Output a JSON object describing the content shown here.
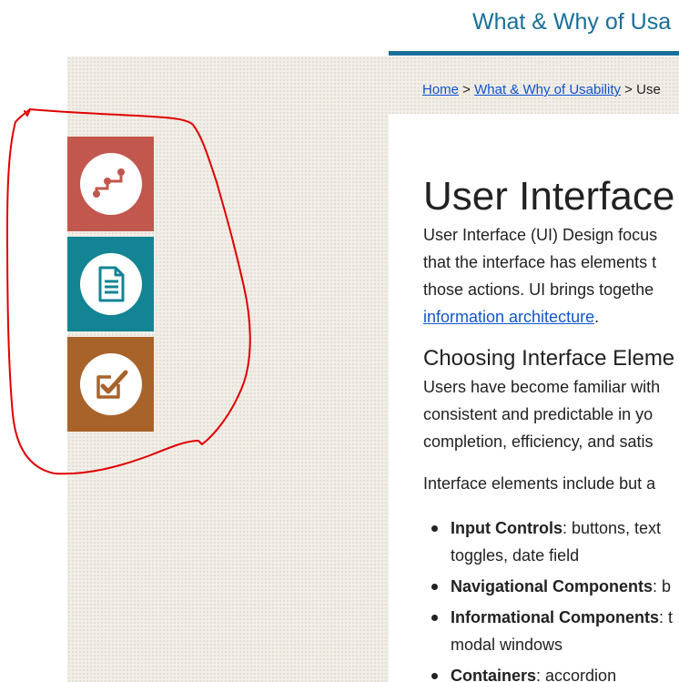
{
  "header": {
    "section_title": "What & Why of Usa"
  },
  "breadcrumb": {
    "home": "Home",
    "sep1": " > ",
    "parent": "What & Why of Usability",
    "sep2": " > ",
    "current": "Use"
  },
  "side_tiles": [
    {
      "icon": "flowchart-icon",
      "color": "#c2574d"
    },
    {
      "icon": "document-icon",
      "color": "#138494"
    },
    {
      "icon": "checkbox-pencil-icon",
      "color": "#a8632a"
    }
  ],
  "annotation": {
    "color": "#e00000"
  },
  "main": {
    "title": "User Interface",
    "intro_lines": [
      "User Interface (UI) Design focus",
      "that the interface has elements t",
      "those actions. UI brings togethe"
    ],
    "intro_link": "information architecture",
    "intro_end": ".",
    "subheading": "Choosing Interface Eleme",
    "para2_lines": [
      "Users have become familiar with",
      "consistent and predictable in yo",
      "completion, efficiency, and satis"
    ],
    "para3": "Interface elements include but a",
    "list": [
      {
        "term": "Input Controls",
        "rest_lines": [
          ": buttons, text",
          "toggles, date field"
        ]
      },
      {
        "term": "Navigational Components",
        "rest_lines": [
          ": b"
        ]
      },
      {
        "term": "Informational Components",
        "rest_lines": [
          ": t",
          "modal windows"
        ]
      },
      {
        "term": "Containers",
        "rest_lines": [
          ": accordion"
        ]
      }
    ]
  }
}
